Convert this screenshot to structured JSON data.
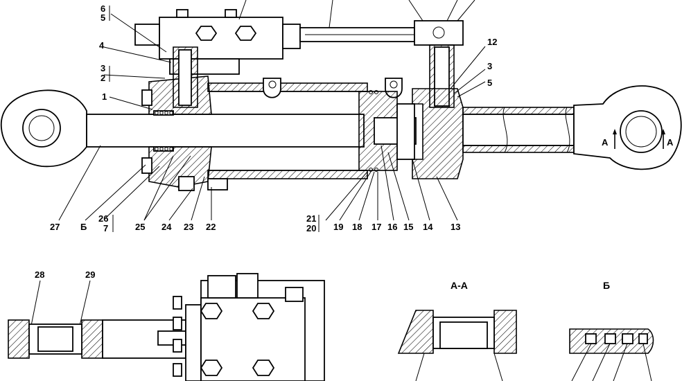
{
  "callouts": {
    "n1": "1",
    "n2": "2",
    "n3": "3",
    "n4": "4",
    "n5": "5",
    "n6": "6",
    "n7": "7",
    "n12": "12",
    "n13": "13",
    "n14": "14",
    "n15": "15",
    "n16": "16",
    "n17": "17",
    "n18": "18",
    "n19": "19",
    "n20": "20",
    "n21": "21",
    "n22": "22",
    "n23": "23",
    "n24": "24",
    "n25": "25",
    "n26": "26",
    "n27": "27",
    "n28": "28",
    "n29": "29",
    "b_label": "Б",
    "r3": "3",
    "r5": "5"
  },
  "section_marks": {
    "a_left": "A",
    "a_right": "A"
  },
  "view_titles": {
    "section_aa": "А-А",
    "view_b": "Б"
  }
}
